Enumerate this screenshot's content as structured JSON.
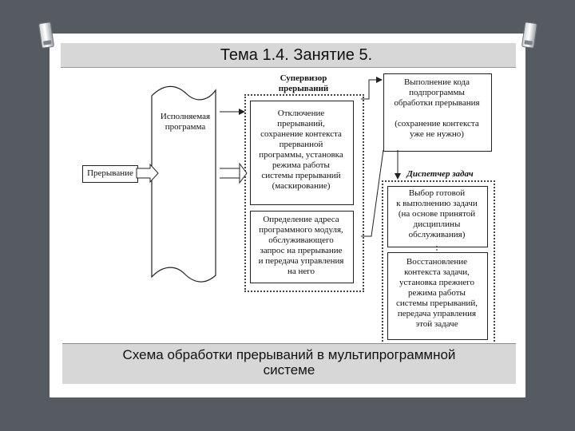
{
  "slide": {
    "title": "Тема 1.4. Занятие 5.",
    "caption_lines": [
      "Схема обработки прерываний в мультипрограммной",
      "системе"
    ]
  },
  "diagram": {
    "supervisor_title": [
      "Супервизор",
      "прерываний"
    ],
    "executing_program": [
      "Исполняемая",
      "программа"
    ],
    "interrupt_label": "Прерывание",
    "disable_block": [
      "Отключение",
      "прерываний,",
      "сохранение контекста",
      "прерванной",
      "программы, установка",
      "режима работы",
      "системы прерываний",
      "(маскирование)"
    ],
    "address_block": [
      "Определение адреса",
      "программного модуля,",
      "обслуживающего",
      "запрос на прерывание",
      "и передача управления",
      "на него"
    ],
    "handler_block": [
      "Выполнение кода",
      "подпрограммы",
      "обработки прерывания",
      "",
      "(сохранение контекста",
      "уже не нужно)"
    ],
    "dispatcher_title": "Диспетчер задач",
    "select_block": [
      "Выбор готовой",
      "к выполнению задачи",
      "(на основе принятой",
      "дисциплины",
      "обслуживания)"
    ],
    "restore_block": [
      "Восстановление",
      "контекста задачи,",
      "установка прежнего",
      "режима работы",
      "системы прерываний,",
      "передача управления",
      "этой задаче"
    ]
  }
}
